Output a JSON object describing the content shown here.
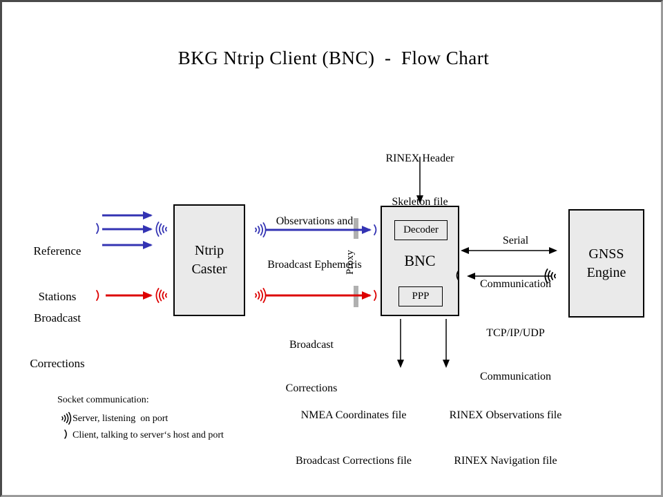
{
  "title": "BKG Ntrip Client (BNC)  -  Flow Chart",
  "boxes": {
    "ntrip_caster": [
      "Ntrip",
      "Caster"
    ],
    "bnc": {
      "label": "BNC",
      "decoder": "Decoder",
      "ppp": "PPP"
    },
    "gnss_engine": [
      "GNSS",
      "Engine"
    ]
  },
  "labels": {
    "rinex_header": [
      "RINEX Header",
      "Skeleton file"
    ],
    "reference_stations": [
      "Reference",
      "Stations"
    ],
    "broadcast_corrections_input": [
      "Broadcast",
      "Corrections"
    ],
    "observations_stream": [
      "Observations and",
      "Broadcast Ephemeris"
    ],
    "broadcast_corrections_stream": [
      "Broadcast",
      "Corrections"
    ],
    "serial_communication": [
      "Serial",
      "Communication"
    ],
    "tcp_communication": [
      "TCP/IP/UDP",
      "Communication"
    ],
    "proxy": "Proxy",
    "nmea_output": [
      "NMEA Coordinates file",
      "Broadcast Corrections file"
    ],
    "rinex_output": [
      "RINEX Observations file",
      "RINEX Navigation file"
    ]
  },
  "legend": {
    "title": "Socket communication:",
    "server": "Server, listening  on port",
    "client": "Client, talking to server‘s host and port"
  },
  "icons": {
    "server_socket": "server-listening-waves-icon",
    "client_socket": "client-arc-icon"
  },
  "colors": {
    "arrow_blue": "#3333b3",
    "arrow_red": "#dd0000",
    "arrow_black": "#000000",
    "box_fill": "#eaeaea",
    "proxy_bar_gray": "#b0b0b0",
    "frame_dark": "#4a4a4a",
    "frame_light": "#9a9a9a"
  }
}
